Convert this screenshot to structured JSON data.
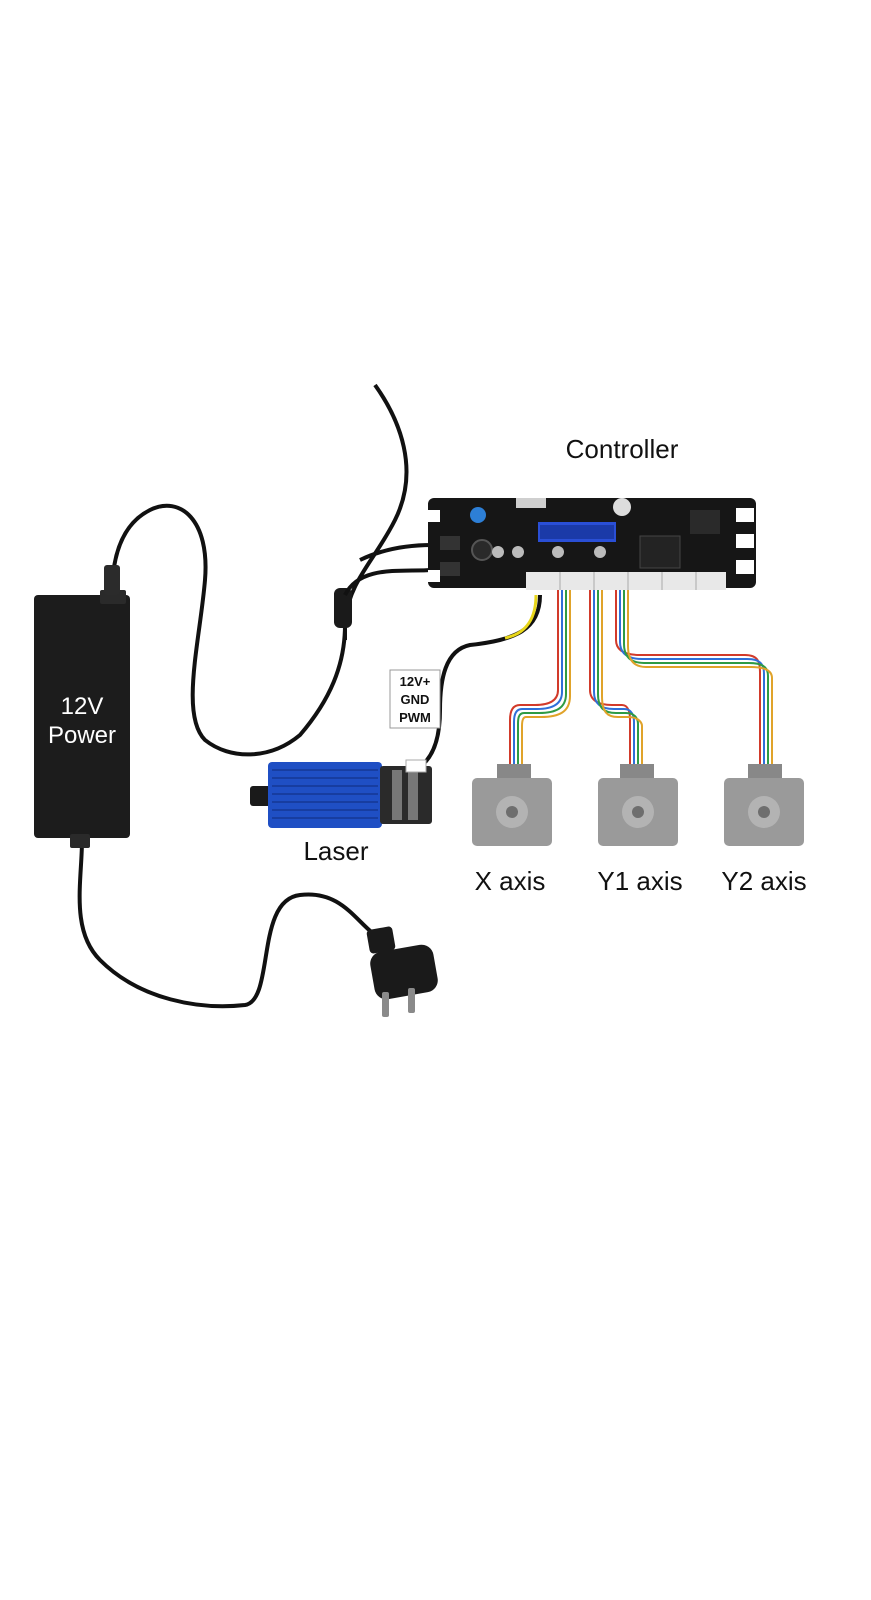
{
  "labels": {
    "controller": "Controller",
    "power_line1": "12V",
    "power_line2": "Power",
    "laser": "Laser",
    "x_axis": "X axis",
    "y1_axis": "Y1 axis",
    "y2_axis": "Y2 axis"
  },
  "laser_pins": [
    {
      "label": "12V+",
      "color": "#d0202a"
    },
    {
      "label": "GND",
      "color": "#111111"
    },
    {
      "label": "PWM",
      "color": "#f2e21d"
    }
  ],
  "colors": {
    "cable": "#111111",
    "psu": "#1c1c1c",
    "board": "#161616",
    "laser_body": "#1f4fc4",
    "motor": "#9a9a9a",
    "lcd": "#2a4fd6",
    "ribbon": [
      "#d23a2a",
      "#2f6fd8",
      "#2e9b44",
      "#e0a32a"
    ]
  }
}
